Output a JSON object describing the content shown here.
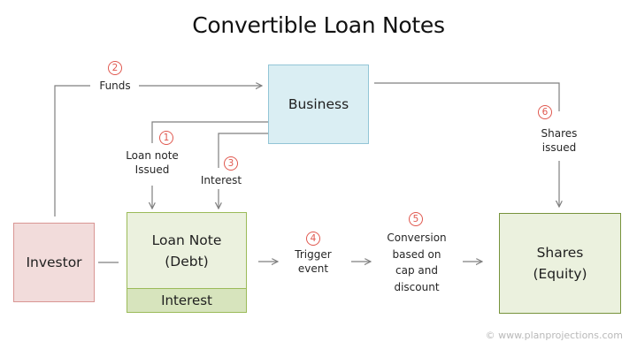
{
  "title": "Convertible Loan Notes",
  "nodes": {
    "business": "Business",
    "investor": "Investor",
    "loan_note": {
      "line1": "Loan Note",
      "line2": "(Debt)",
      "footer": "Interest"
    },
    "shares": {
      "line1": "Shares",
      "line2": "(Equity)"
    }
  },
  "steps": [
    {
      "number": "1",
      "line1": "Loan note",
      "line2": "Issued"
    },
    {
      "number": "2",
      "line1": "Funds"
    },
    {
      "number": "3",
      "line1": "Interest"
    },
    {
      "number": "4",
      "line1": "Trigger",
      "line2": "event"
    },
    {
      "number": "5",
      "line1": "Conversion",
      "line2": "based on",
      "line3": "cap and",
      "line4": "discount"
    },
    {
      "number": "6",
      "line1": "Shares",
      "line2": "issued"
    }
  ],
  "colors": {
    "business_fill": "#daeef3",
    "investor_fill": "#f2dcdb",
    "loan_fill": "#ebf1de",
    "interest_fill": "#d7e4bd",
    "step_number": "#e0584f",
    "connector": "#7f7f7f"
  },
  "credit": "© www.planprojections.com"
}
